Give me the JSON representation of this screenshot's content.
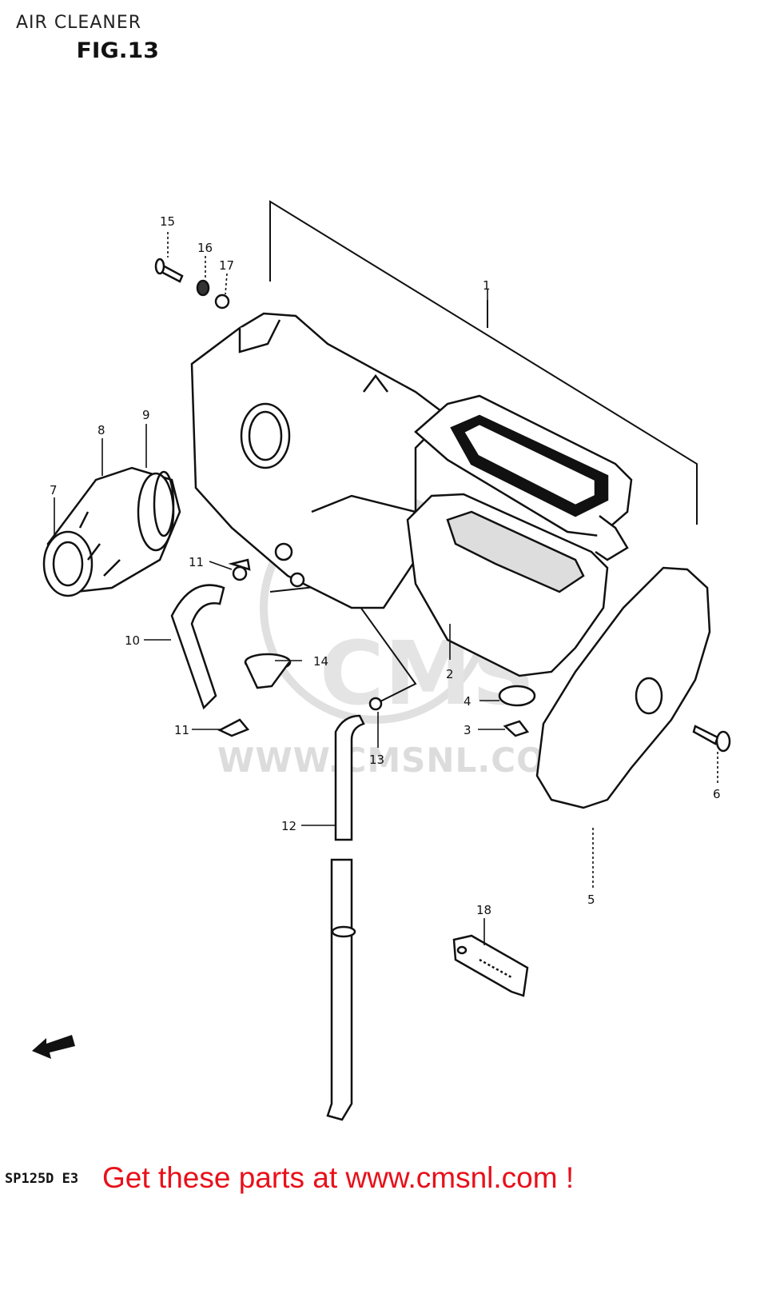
{
  "header": {
    "title": "AIR CLEANER",
    "figure": "FIG.13"
  },
  "watermark": {
    "text": "WWW.CMSNL.COM",
    "logo_text": "CMS"
  },
  "callouts": [
    "1",
    "2",
    "3",
    "4",
    "5",
    "6",
    "7",
    "8",
    "9",
    "10",
    "11",
    "11",
    "12",
    "13",
    "14",
    "15",
    "16",
    "17",
    "18"
  ],
  "footer": {
    "model_code": "SP125D E3",
    "cta": "Get these parts at www.cmsnl.com !"
  },
  "colors": {
    "cta": "#e8101a",
    "line": "#111111",
    "watermark": "#dcdcdc"
  }
}
